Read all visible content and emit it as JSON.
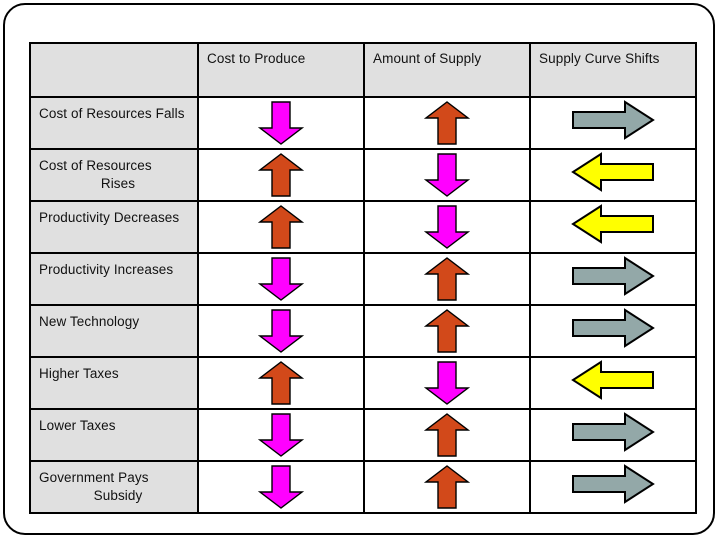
{
  "slide": {
    "frame_name": "slide-frame"
  },
  "palette": {
    "magenta": "#FF00FF",
    "magenta_shadow": "#7B3F7B",
    "orange": "#D2491A",
    "orange_shadow": "#7A2A10",
    "gray_blue": "#93A8A8",
    "yellow": "#FFFF00",
    "header_fill": "#E0E0E0",
    "cell_fill": "#FFFFFF",
    "border": "#000000"
  },
  "table": {
    "headers": [
      "",
      "Cost to Produce",
      "Amount of Supply",
      "Supply Curve Shifts"
    ],
    "rows": [
      {
        "factor": "Cost of Resources Falls",
        "factor_line1": "Cost of Resources Falls",
        "factor_line2": "",
        "cost_to_produce": "arrow-down-magenta",
        "amount_of_supply": "arrow-up-orange",
        "supply_curve_shift": "arrow-right-gray"
      },
      {
        "factor": "Cost of Resources Rises",
        "factor_line1": "Cost of Resources",
        "factor_line2": "Rises",
        "cost_to_produce": "arrow-up-orange",
        "amount_of_supply": "arrow-down-magenta",
        "supply_curve_shift": "arrow-left-yellow"
      },
      {
        "factor": "Productivity Decreases",
        "factor_line1": "Productivity Decreases",
        "factor_line2": "",
        "cost_to_produce": "arrow-up-orange",
        "amount_of_supply": "arrow-down-magenta",
        "supply_curve_shift": "arrow-left-yellow"
      },
      {
        "factor": "Productivity Increases",
        "factor_line1": "Productivity Increases",
        "factor_line2": "",
        "cost_to_produce": "arrow-down-magenta",
        "amount_of_supply": "arrow-up-orange",
        "supply_curve_shift": "arrow-right-gray"
      },
      {
        "factor": "New Technology",
        "factor_line1": "New Technology",
        "factor_line2": "",
        "cost_to_produce": "arrow-down-magenta",
        "amount_of_supply": "arrow-up-orange",
        "supply_curve_shift": "arrow-right-gray"
      },
      {
        "factor": "Higher Taxes",
        "factor_line1": "Higher Taxes",
        "factor_line2": "",
        "cost_to_produce": "arrow-up-orange",
        "amount_of_supply": "arrow-down-magenta",
        "supply_curve_shift": "arrow-left-yellow"
      },
      {
        "factor": "Lower Taxes",
        "factor_line1": "Lower Taxes",
        "factor_line2": "",
        "cost_to_produce": "arrow-down-magenta",
        "amount_of_supply": "arrow-up-orange",
        "supply_curve_shift": "arrow-right-gray"
      },
      {
        "factor": "Government Pays Subsidy",
        "factor_line1": "Government Pays",
        "factor_line2": "Subsidy",
        "cost_to_produce": "arrow-down-magenta",
        "amount_of_supply": "arrow-up-orange",
        "supply_curve_shift": "arrow-right-gray"
      }
    ]
  }
}
